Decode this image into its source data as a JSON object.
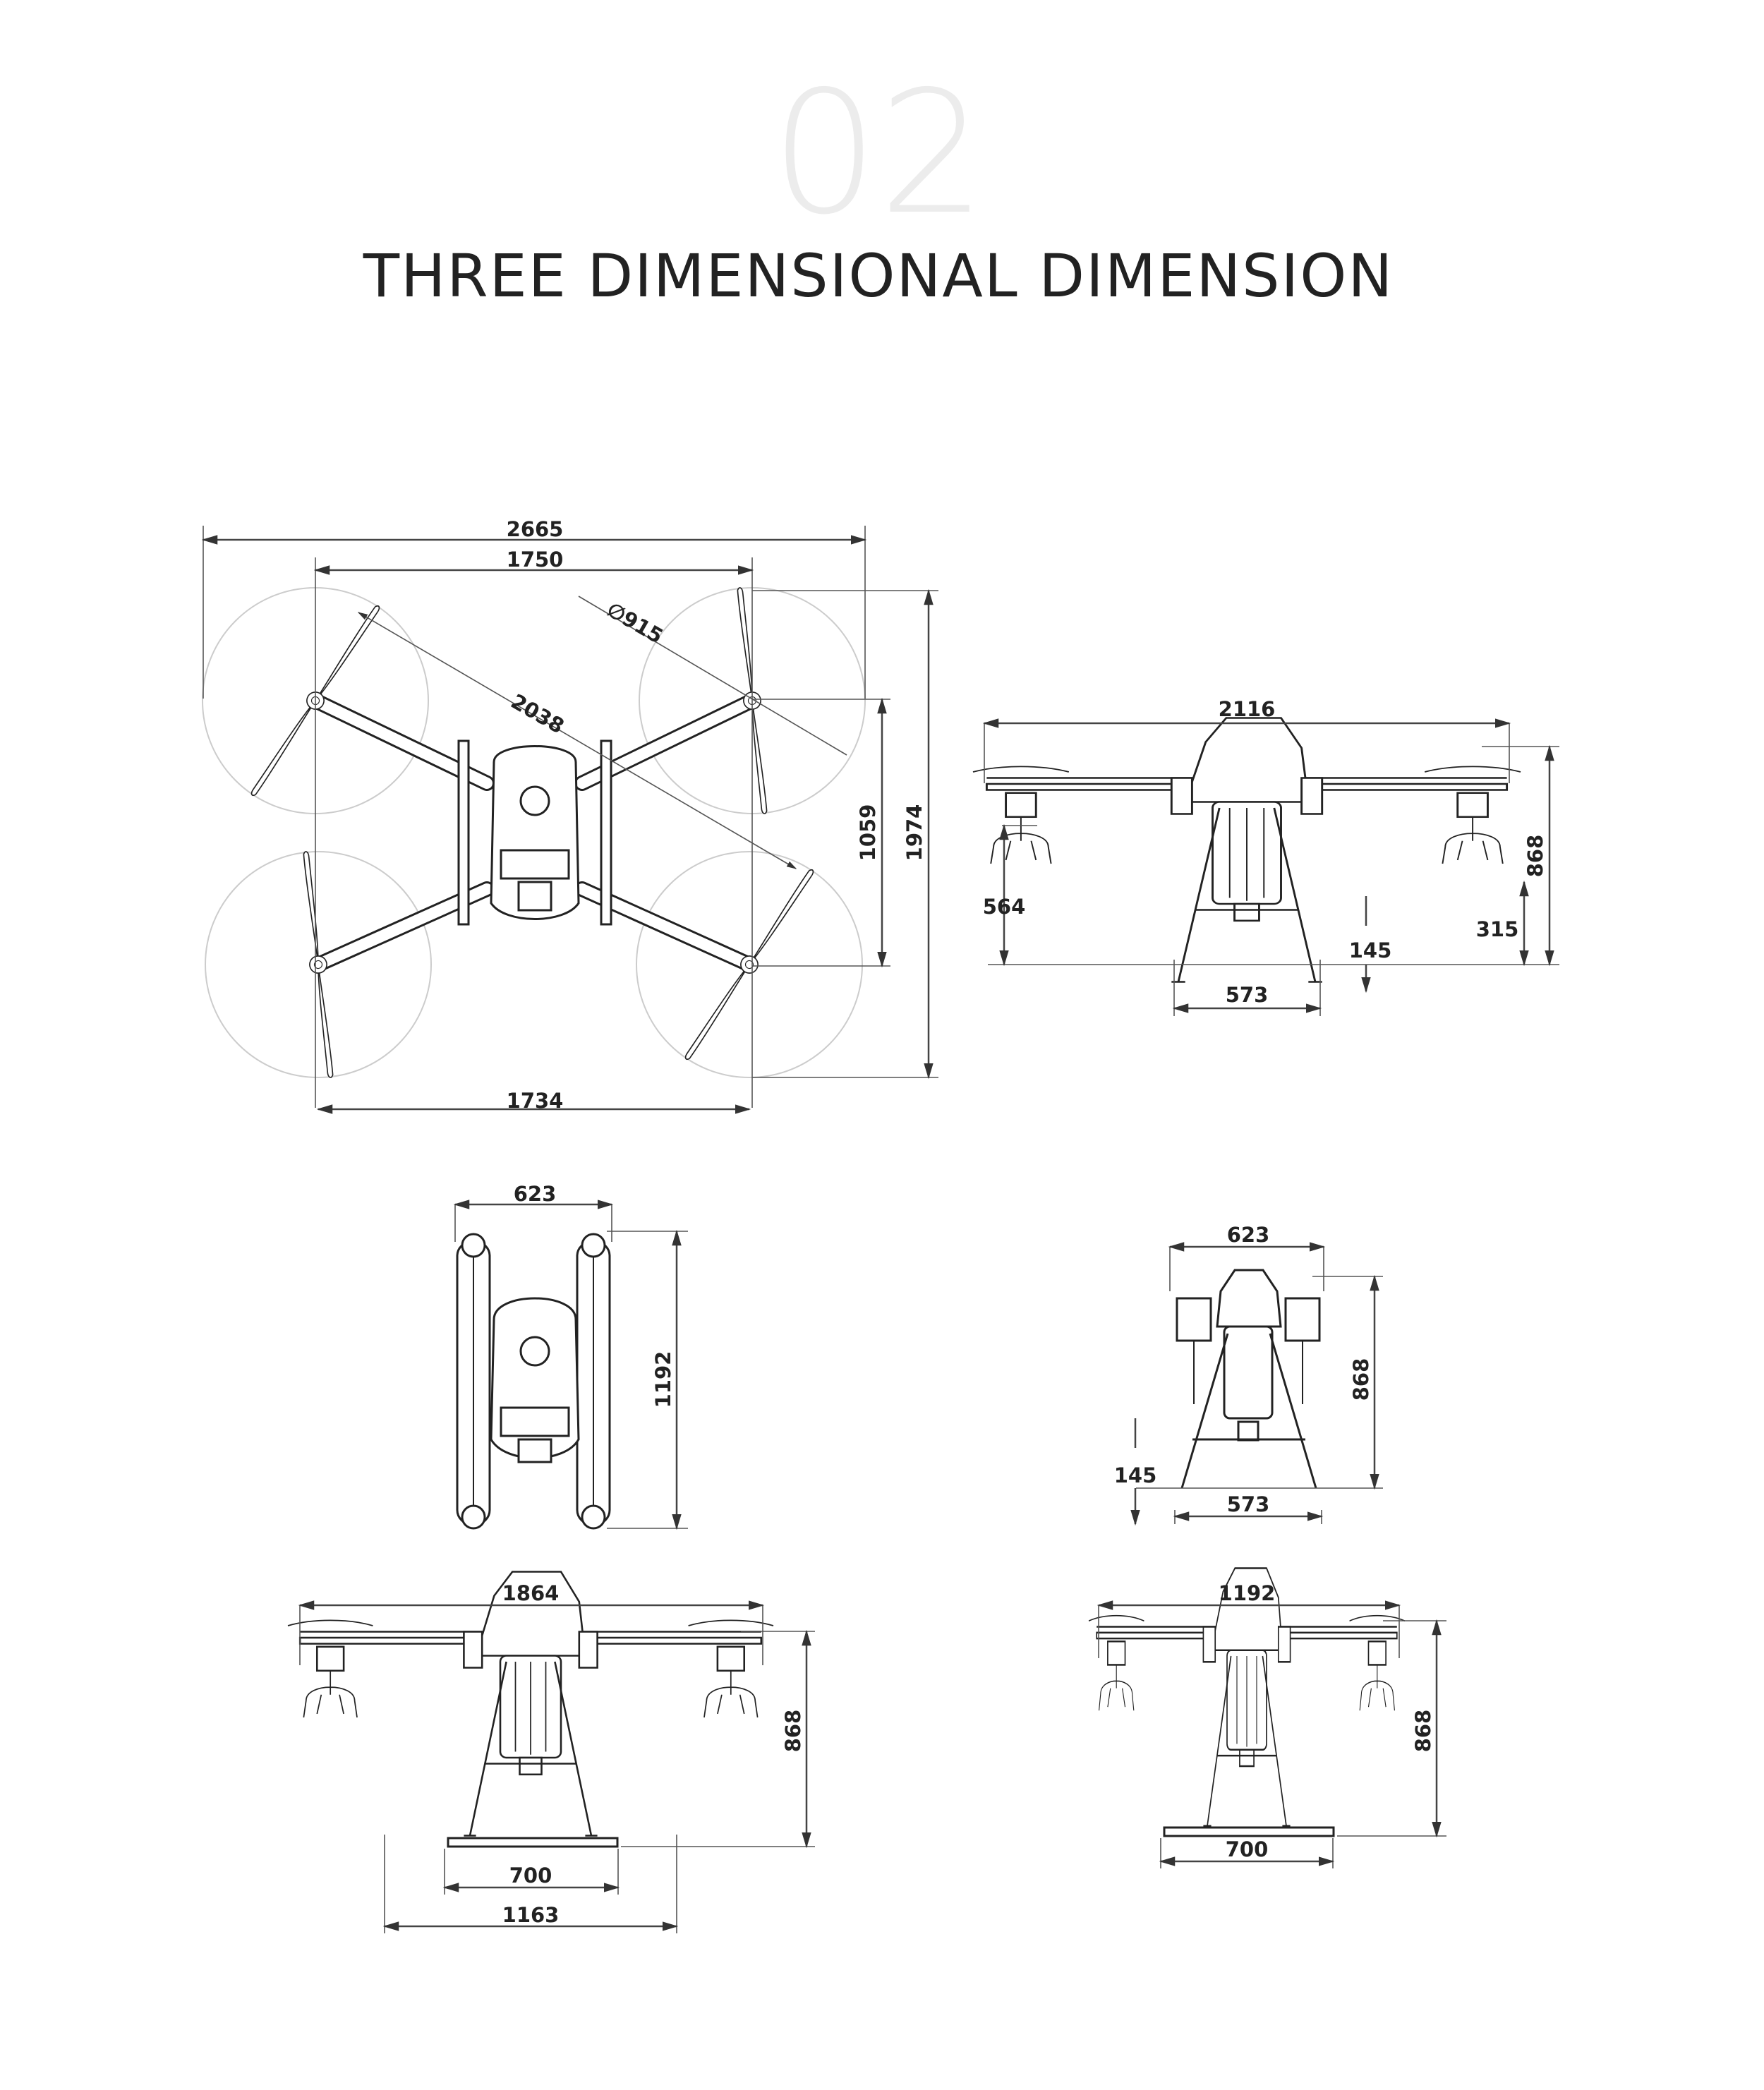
{
  "header": {
    "background_number": "02",
    "title": "THREE DIMENSIONAL DIMENSION"
  },
  "views": {
    "top_unfolded": {
      "overall_width": "2665",
      "motor_span": "1750",
      "propeller_diameter": "∅915",
      "diagonal_wheelbase": "2038",
      "motor_depth": "1059",
      "overall_length": "1974",
      "rear_span": "1734"
    },
    "front_unfolded": {
      "width": "2116",
      "height": "868",
      "nozzle_height": "564",
      "propeller_height": "315",
      "ground_clearance": "145",
      "leg_span": "573"
    },
    "top_folded": {
      "width": "623",
      "length": "1192"
    },
    "front_folded": {
      "width": "623",
      "height": "868",
      "ground_clearance": "145",
      "leg_span": "573"
    },
    "side_unfolded": {
      "width": "1864",
      "height": "868",
      "skid_length": "700",
      "leg_width": "1163"
    },
    "side_folded": {
      "width": "1192",
      "height": "868",
      "skid_length": "700"
    }
  }
}
